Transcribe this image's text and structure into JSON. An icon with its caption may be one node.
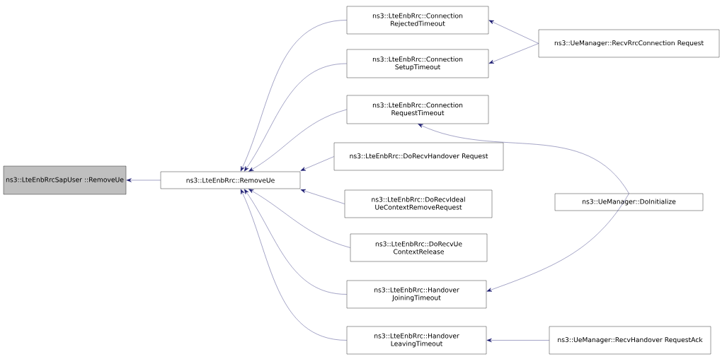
{
  "diagram": {
    "nodes": [
      {
        "text": [
          "ns3::LteEnbRrcSapUser ::RemoveUe"
        ]
      },
      {
        "text": [
          "ns3::LteEnbRrc::RemoveUe"
        ]
      },
      {
        "text": [
          "ns3::LteEnbRrc::Connection RejectedTimeout"
        ]
      },
      {
        "text": [
          "ns3::LteEnbRrc::Connection SetupTimeout"
        ]
      },
      {
        "text": [
          "ns3::LteEnbRrc::Connection RequestTimeout"
        ]
      },
      {
        "text": [
          "ns3::LteEnbRrc::DoRecvHandover Request"
        ]
      },
      {
        "text": [
          "ns3::LteEnbRrc::DoRecvIdeal UeContextRemoveRequest"
        ]
      },
      {
        "text": [
          "ns3::LteEnbRrc::DoRecvUe ContextRelease"
        ]
      },
      {
        "text": [
          "ns3::LteEnbRrc::Handover JoiningTimeout"
        ]
      },
      {
        "text": [
          "ns3::LteEnbRrc::Handover LeavingTimeout"
        ]
      },
      {
        "text": [
          "ns3::UeManager::RecvRrcConnection Request"
        ]
      },
      {
        "text": [
          "ns3::UeManager::DoInitialize"
        ]
      },
      {
        "text": [
          "ns3::UeManager::RecvHandover RequestAck"
        ]
      }
    ],
    "edges": [
      {
        "from": 1,
        "to": 0,
        "arrow": "to"
      },
      {
        "from": 2,
        "to": 1,
        "arrow": "to"
      },
      {
        "from": 3,
        "to": 1,
        "arrow": "to"
      },
      {
        "from": 4,
        "to": 1,
        "arrow": "to"
      },
      {
        "from": 5,
        "to": 1,
        "arrow": "to"
      },
      {
        "from": 6,
        "to": 1,
        "arrow": "to"
      },
      {
        "from": 7,
        "to": 1,
        "arrow": "to"
      },
      {
        "from": 8,
        "to": 1,
        "arrow": "to"
      },
      {
        "from": 9,
        "to": 1,
        "arrow": "to"
      },
      {
        "from": 10,
        "to": 2,
        "arrow": "to"
      },
      {
        "from": 10,
        "to": 3,
        "arrow": "to"
      },
      {
        "from": 11,
        "to": 4,
        "arrow": "to"
      },
      {
        "from": 11,
        "to": 8,
        "arrow": "to"
      },
      {
        "from": 12,
        "to": 9,
        "arrow": "to"
      }
    ]
  }
}
